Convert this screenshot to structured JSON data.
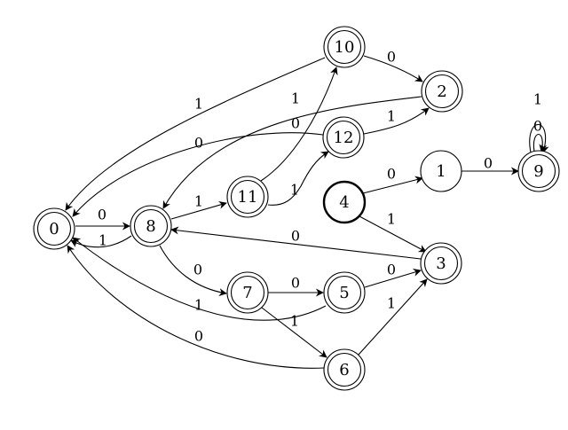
{
  "diagram": {
    "states": [
      {
        "id": "0",
        "label": "0",
        "accepting": true,
        "start": false
      },
      {
        "id": "1",
        "label": "1",
        "accepting": false,
        "start": false
      },
      {
        "id": "2",
        "label": "2",
        "accepting": true,
        "start": false
      },
      {
        "id": "3",
        "label": "3",
        "accepting": true,
        "start": false
      },
      {
        "id": "4",
        "label": "4",
        "accepting": false,
        "start": true
      },
      {
        "id": "5",
        "label": "5",
        "accepting": true,
        "start": false
      },
      {
        "id": "6",
        "label": "6",
        "accepting": true,
        "start": false
      },
      {
        "id": "7",
        "label": "7",
        "accepting": true,
        "start": false
      },
      {
        "id": "8",
        "label": "8",
        "accepting": true,
        "start": false
      },
      {
        "id": "9",
        "label": "9",
        "accepting": true,
        "start": false
      },
      {
        "id": "10",
        "label": "10",
        "accepting": true,
        "start": false
      },
      {
        "id": "11",
        "label": "11",
        "accepting": true,
        "start": false
      },
      {
        "id": "12",
        "label": "12",
        "accepting": true,
        "start": false
      }
    ],
    "transitions": [
      {
        "id": "t_0_8",
        "from": "0",
        "to": "8",
        "label": "0"
      },
      {
        "id": "t_8_0",
        "from": "8",
        "to": "0",
        "label": "1"
      },
      {
        "id": "t_10_0",
        "from": "10",
        "to": "0",
        "label": "1"
      },
      {
        "id": "t_10_2",
        "from": "10",
        "to": "2",
        "label": "0"
      },
      {
        "id": "t_2_8",
        "from": "2",
        "to": "8",
        "label": "1"
      },
      {
        "id": "t_12_0",
        "from": "12",
        "to": "0",
        "label": "0"
      },
      {
        "id": "t_12_2",
        "from": "12",
        "to": "2",
        "label": "1"
      },
      {
        "id": "t_11_10",
        "from": "11",
        "to": "10",
        "label": "0"
      },
      {
        "id": "t_11_12",
        "from": "11",
        "to": "12",
        "label": "1"
      },
      {
        "id": "t_8_11",
        "from": "8",
        "to": "11",
        "label": "1"
      },
      {
        "id": "t_8_7",
        "from": "8",
        "to": "7",
        "label": "0"
      },
      {
        "id": "t_3_8",
        "from": "3",
        "to": "8",
        "label": "0"
      },
      {
        "id": "t_4_1",
        "from": "4",
        "to": "1",
        "label": "0"
      },
      {
        "id": "t_4_3",
        "from": "4",
        "to": "3",
        "label": "1"
      },
      {
        "id": "t_1_9",
        "from": "1",
        "to": "9",
        "label": "0"
      },
      {
        "id": "t_9_9a",
        "from": "9",
        "to": "9",
        "label": "1"
      },
      {
        "id": "t_9_9b",
        "from": "9",
        "to": "9",
        "label": "0"
      },
      {
        "id": "t_7_5",
        "from": "7",
        "to": "5",
        "label": "0"
      },
      {
        "id": "t_7_6",
        "from": "7",
        "to": "6",
        "label": "1"
      },
      {
        "id": "t_5_3",
        "from": "5",
        "to": "3",
        "label": "0"
      },
      {
        "id": "t_5_0",
        "from": "5",
        "to": "0",
        "label": "1"
      },
      {
        "id": "t_6_3",
        "from": "6",
        "to": "3",
        "label": "1"
      },
      {
        "id": "t_6_0",
        "from": "6",
        "to": "0",
        "label": "0"
      }
    ]
  }
}
